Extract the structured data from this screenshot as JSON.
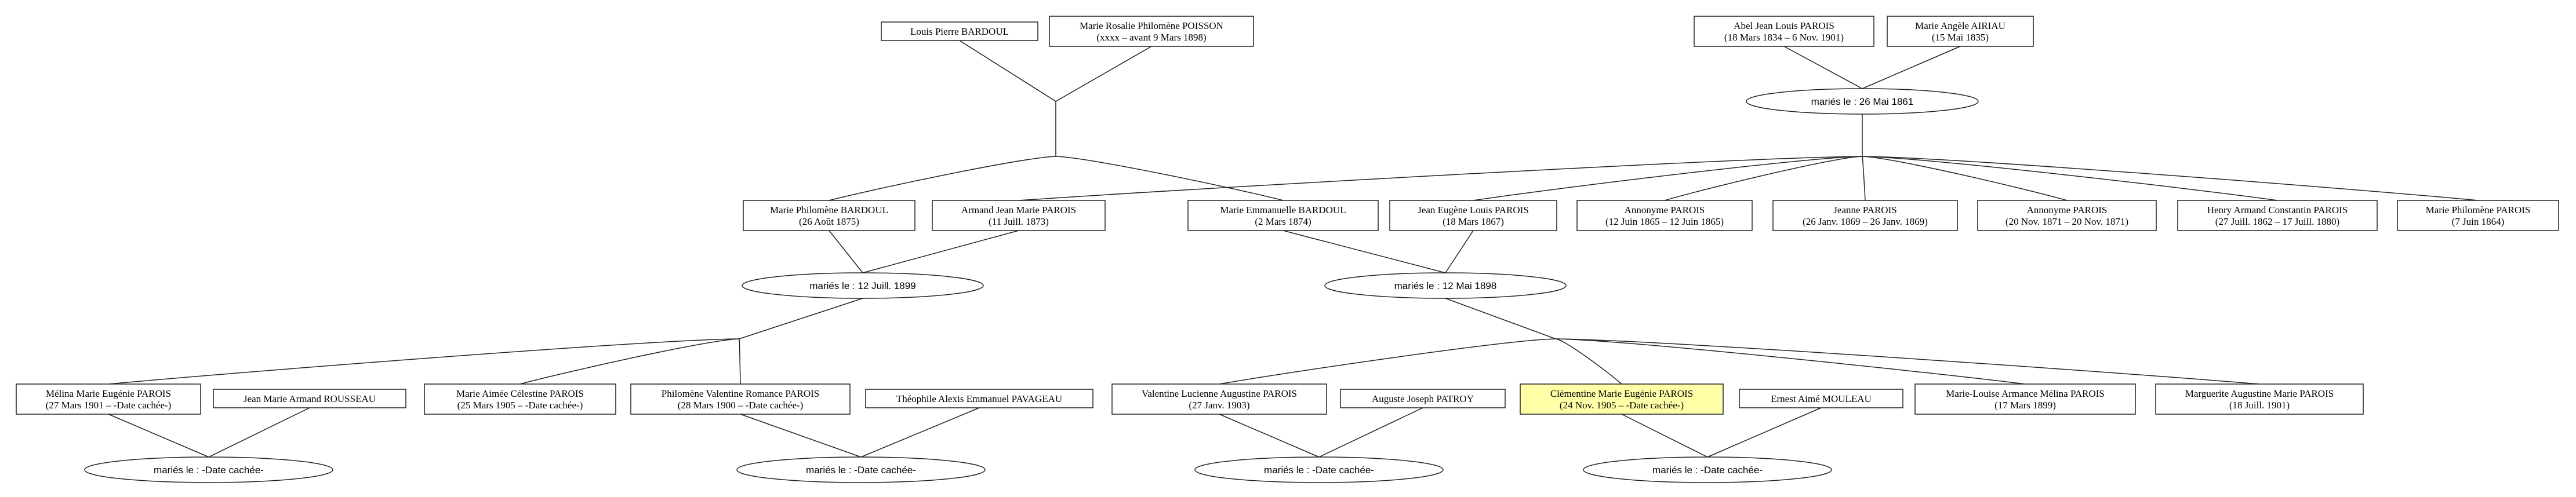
{
  "people": {
    "louis_pierre": [
      "Louis Pierre BARDOUL",
      ""
    ],
    "marie_rosalie": [
      "Marie Rosalie Philomène POISSON",
      "(xxxx – avant 9 Mars 1898)"
    ],
    "abel_jean": [
      "Abel Jean Louis PAROIS",
      "(18 Mars 1834 – 6 Nov. 1901)"
    ],
    "marie_angele": [
      "Marie Angèle AIRIAU",
      "(15 Mai 1835)"
    ],
    "marie_philomene_b": [
      "Marie Philomène BARDOUL",
      "(26 Août 1875)"
    ],
    "armand_jean": [
      "Armand Jean Marie PAROIS",
      "(11 Juill. 1873)"
    ],
    "marie_emmanuelle": [
      "Marie Emmanuelle BARDOUL",
      "(2 Mars 1874)"
    ],
    "jean_eugene": [
      "Jean Eugène Louis PAROIS",
      "(18 Mars 1867)"
    ],
    "anonyme1": [
      "Annonyme PAROIS",
      "(12 Juin 1865 – 12 Juin 1865)"
    ],
    "jeanne": [
      "Jeanne PAROIS",
      "(26 Janv. 1869 – 26 Janv. 1869)"
    ],
    "anonyme2": [
      "Annonyme PAROIS",
      "(20 Nov. 1871 – 20 Nov. 1871)"
    ],
    "henry": [
      "Henry Armand Constantin PAROIS",
      "(27 Juill. 1862 – 17 Juill. 1880)"
    ],
    "marie_philomene_p": [
      "Marie Philomène PAROIS",
      "(7 Juin 1864)"
    ],
    "melina": [
      "Mélina Marie Eugénie PAROIS",
      "(27 Mars 1901 – -Date cachée-)"
    ],
    "jean_marie": [
      "Jean Marie Armand ROUSSEAU",
      ""
    ],
    "marie_aimee": [
      "Marie Aimée Célestine PAROIS",
      "(25 Mars 1905 – -Date cachée-)"
    ],
    "philomene_valentine": [
      "Philomène Valentine Romance PAROIS",
      "(28 Mars 1900 – -Date cachée-)"
    ],
    "theophile": [
      "Théophile Alexis Emmanuel PAVAGEAU",
      ""
    ],
    "valentine": [
      "Valentine Lucienne Augustine PAROIS",
      "(27 Janv. 1903)"
    ],
    "auguste": [
      "Auguste Joseph PATROY",
      ""
    ],
    "clementine": [
      "Clémentine Marie Eugénie PAROIS",
      "(24 Nov. 1905 – -Date cachée-)"
    ],
    "ernest": [
      "Ernest Aimé MOULEAU",
      ""
    ],
    "marie_louise": [
      "Marie-Louise Armance Mélina PAROIS",
      "(17 Mars 1899)"
    ],
    "marguerite": [
      "Marguerite Augustine Marie PAROIS",
      "(18 Juill. 1901)"
    ]
  },
  "unions": {
    "u_abel": "mariés le : 26 Mai 1861",
    "u_armand": "mariés le : 12 Juill. 1899",
    "u_jean": "mariés le : 12 Mai 1898",
    "u_melina": "mariés le : -Date cachée-",
    "u_philo": "mariés le : -Date cachée-",
    "u_valentine": "mariés le : -Date cachée-",
    "u_clementine": "mariés le : -Date cachée-"
  },
  "highlight_color": "#ffffa8"
}
